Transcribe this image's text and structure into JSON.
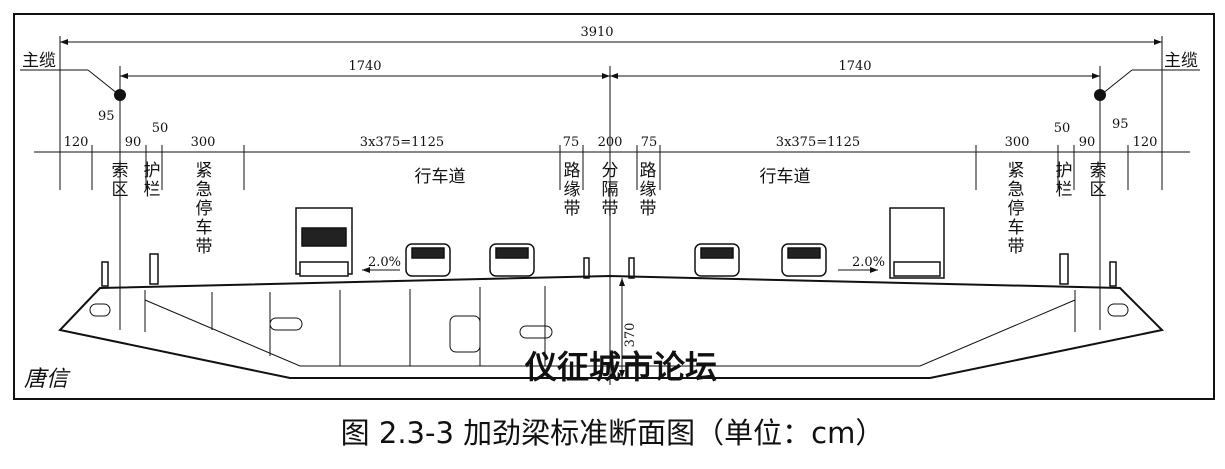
{
  "caption": "图 2.3-3 加劲梁标准断面图（单位：cm）",
  "labels": {
    "main_cable_left": "主缆",
    "main_cable_right": "主缆",
    "total_width": "3910",
    "half_left": "1740",
    "half_right": "1740",
    "offset_left": "95",
    "offset_right": "95",
    "seg_120_l": "120",
    "seg_90_l": "90",
    "seg_50_l": "50",
    "seg_300_l": "300",
    "seg_lanes_l": "3x375=1125",
    "seg_75_l": "75",
    "seg_200": "200",
    "seg_75_r": "75",
    "seg_lanes_r": "3x375=1125",
    "seg_300_r": "300",
    "seg_50_r": "50",
    "seg_90_r": "90",
    "seg_120_r": "120",
    "zone_cable_l": "索区",
    "zone_rail_l": "护栏",
    "zone_emergency_l": "紧急停车带",
    "zone_lanes_l": "行车道",
    "zone_curb_l": "路缘带",
    "zone_median": "分隔带",
    "zone_curb_r": "路缘带",
    "zone_lanes_r": "行车道",
    "zone_emergency_r": "紧急停车带",
    "zone_rail_r": "护栏",
    "zone_cable_r": "索区",
    "slope_left": "2.0%",
    "slope_right": "2.0%",
    "depth": "370",
    "watermark": "仪征城市论坛",
    "signature": "唐信"
  }
}
